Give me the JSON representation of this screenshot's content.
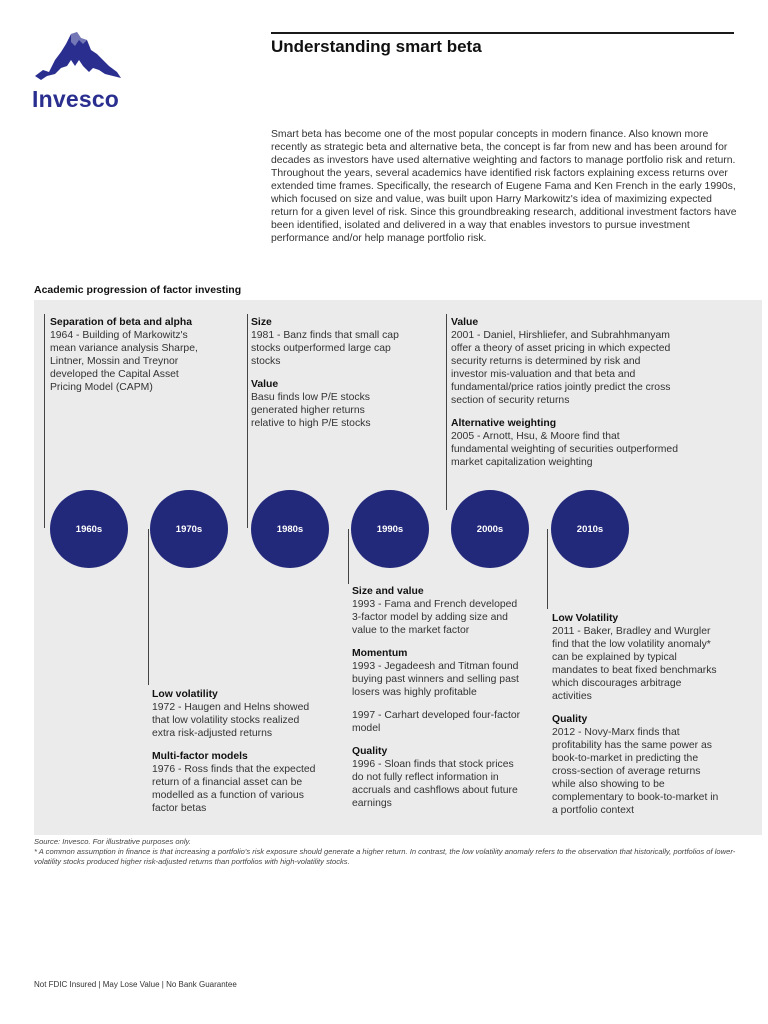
{
  "brand": {
    "name": "Invesco",
    "color": "#2a2f8f"
  },
  "title": "Understanding smart beta",
  "intro": "Smart beta has become one of the most popular concepts in modern finance. Also known more recently as strategic beta and alternative beta, the concept is far from new and has been around for decades as investors have used alternative weighting and factors to manage portfolio risk and return. Throughout the years, several academics have identified risk factors explaining excess returns over extended time frames. Specifically, the research of Eugene Fama and Ken French in the early 1990s, which focused on size and value, was built upon Harry Markowitz's idea of maximizing expected return for a given level of risk. Since this groundbreaking research, additional investment factors have been identified, isolated and delivered in a way that enables investors to pursue investment performance and/or help manage portfolio risk.",
  "section_label": "Academic progression of factor investing",
  "timeline": {
    "circle_color": "#23297a",
    "decades": [
      "1960s",
      "1970s",
      "1980s",
      "1990s",
      "2000s",
      "2010s"
    ],
    "d1960s": {
      "e1_h": "Separation of beta and alpha",
      "e1_t": "1964 - Building of Markowitz's mean variance analysis Sharpe, Lintner, Mossin and Treynor developed the Capital Asset Pricing Model (CAPM)"
    },
    "d1970s": {
      "e1_h": "Low volatility",
      "e1_t": "1972 - Haugen and Helns showed that low volatility stocks realized extra risk-adjusted returns",
      "e2_h": "Multi-factor models",
      "e2_t": "1976 - Ross finds that the expected return of a financial asset can be modelled as a function of various factor betas"
    },
    "d1980s": {
      "e1_h": "Size",
      "e1_t": "1981 - Banz finds that small cap stocks outperformed large cap stocks",
      "e2_h": "Value",
      "e2_t": "Basu finds low P/E stocks generated higher returns relative to high P/E stocks"
    },
    "d1990s": {
      "e1_h": "Size and value",
      "e1_t": "1993 - Fama and French developed 3-factor model by adding size and value to the market factor",
      "e2_h": "Momentum",
      "e2_t": "1993 - Jegadeesh and Titman found buying past winners and selling past losers was highly profitable",
      "e2_t2": "1997 - Carhart developed four-factor model",
      "e3_h": "Quality",
      "e3_t": "1996 - Sloan finds that stock prices do not fully reflect information in accruals and cashflows about future earnings"
    },
    "d2000s": {
      "e1_h": "Value",
      "e1_t": "2001 - Daniel, Hirshliefer, and Subrahhmanyam offer a theory of asset pricing in which expected security returns is determined by risk and investor mis-valuation and that beta and fundamental/price ratios jointly predict the cross section of security returns",
      "e2_h": "Alternative weighting",
      "e2_t": "2005 - Arnott, Hsu, & Moore find that fundamental weighting of securities outperformed market capitalization weighting"
    },
    "d2010s": {
      "e1_h": "Low Volatility",
      "e1_t": "2011 - Baker, Bradley and Wurgler find that the low volatility anomaly* can be explained by typical mandates to beat  fixed benchmarks which discourages arbitrage activities",
      "e2_h": "Quality",
      "e2_t": "2012 - Novy-Marx finds that profitability has the same power as book-to-market in predicting the cross-section of average returns while also showing to be complementary to book-to-market in a portfolio context"
    }
  },
  "footnote": {
    "source": "Source: Invesco. For illustrative purposes only.",
    "note": "* A common assumption in finance is that increasing a portfolio's risk exposure should generate a higher return. In contrast, the low volatility anomaly refers to the observation that historically, portfolios of lower-volatility stocks produced higher risk-adjusted returns than portfolios with high-volatility stocks."
  },
  "legal": "Not FDIC Insured | May Lose Value | No Bank Guarantee"
}
